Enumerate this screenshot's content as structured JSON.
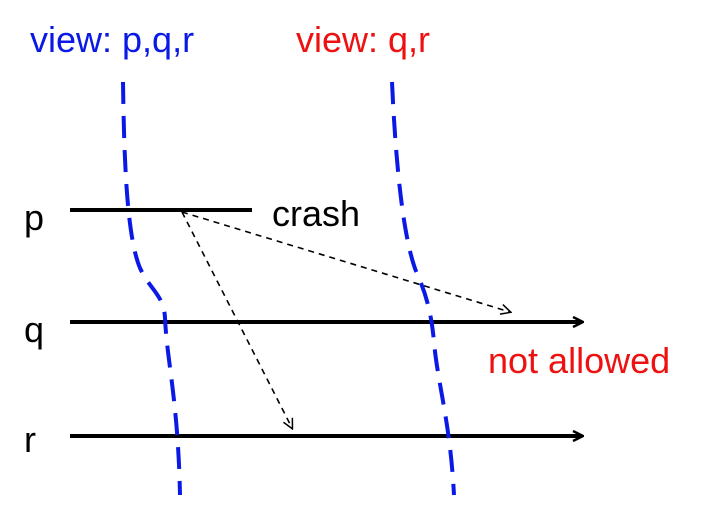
{
  "view_labels": {
    "first": "view: p,q,r",
    "second": "view: q,r"
  },
  "processes": {
    "p": "p",
    "q": "q",
    "r": "r"
  },
  "annotations": {
    "crash": "crash",
    "not_allowed": "not allowed"
  },
  "colors": {
    "first_view": "#0a19e6",
    "second_view": "#ee1111",
    "process_line": "#000000",
    "message": "#000000"
  }
}
